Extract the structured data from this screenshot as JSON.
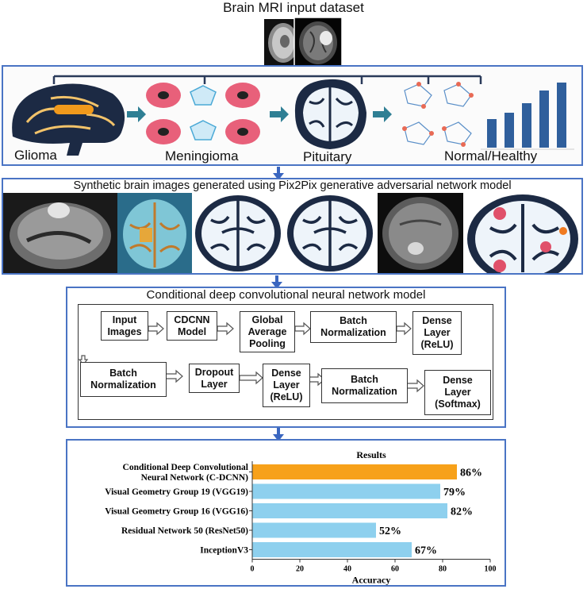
{
  "top": {
    "title": "Brain MRI input dataset"
  },
  "classes": {
    "items": [
      {
        "label": "Glioma"
      },
      {
        "label": "Meningioma"
      },
      {
        "label": "Pituitary"
      },
      {
        "label": "Normal/Healthy"
      }
    ]
  },
  "synthetic": {
    "title": "Synthetic brain images generated using Pix2Pix generative adversarial network model"
  },
  "model": {
    "title": "Conditional deep convolutional neural network model",
    "steps": [
      "Input Images",
      "CDCNN Model",
      "Global Average Pooling",
      "Batch Normalization",
      "Dense Layer (ReLU)",
      "Batch Normalization",
      "Dropout Layer",
      "Dense Layer (ReLU)",
      "Batch Normalization",
      "Dense Layer (Softmax)"
    ]
  },
  "chart_data": {
    "type": "bar",
    "orientation": "horizontal",
    "title": "Results",
    "xlabel": "Accuracy",
    "ylabel": "",
    "xlim": [
      0,
      100
    ],
    "xticks": [
      0,
      20,
      40,
      60,
      80,
      100
    ],
    "categories": [
      "Conditional Deep Convolutional Neural Network (C-DCNN)",
      "Visual Geometry Group 19 (VGG19)",
      "Visual Geometry Group 16 (VGG16)",
      "Residual Network 50 (ResNet50)",
      "InceptionV3"
    ],
    "category_lines": [
      [
        "Conditional Deep Convolutional",
        "Neural Network (C-DCNN)"
      ],
      [
        "Visual Geometry Group 19 (VGG19)"
      ],
      [
        "Visual Geometry Group 16 (VGG16)"
      ],
      [
        "Residual Network 50 (ResNet50)"
      ],
      [
        "InceptionV3"
      ]
    ],
    "values": [
      86,
      79,
      82,
      52,
      67
    ],
    "value_labels": [
      "86%",
      "79%",
      "82%",
      "52%",
      "67%"
    ],
    "colors": [
      "#f7a11a",
      "#8ed0ee",
      "#8ed0ee",
      "#8ed0ee",
      "#8ed0ee"
    ]
  },
  "colors": {
    "panel_border": "#4a74c4",
    "arrow": "#3a66c0"
  }
}
